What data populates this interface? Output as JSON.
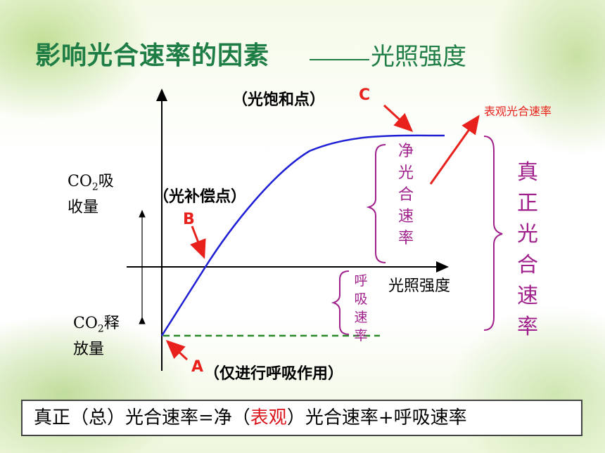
{
  "title": {
    "main": "影响光合速率的因素",
    "sub": "光照强度"
  },
  "labels": {
    "saturation_point": "（光饱和点）",
    "point_c": "C",
    "apparent_rate": "表观光合速率",
    "compensation_point": "（光补偿点）",
    "point_b": "B",
    "point_a": "A",
    "only_respiration": "（仅进行呼吸作用）",
    "x_axis": "光照强度",
    "co2": "CO",
    "co2_sub": "2",
    "absorb": "吸",
    "absorb_amount": "收量",
    "release": "释",
    "release_amount": "放量",
    "net_rate": "净光合速率",
    "respiration_rate": "呼吸速率",
    "true_rate": "真正光合速率"
  },
  "formula": {
    "part1": "真正（总）光合速率=净（",
    "highlight": "表观",
    "part2": "）光合速率+呼吸速率"
  },
  "colors": {
    "title": "#1e7d45",
    "curve": "#1f1fd6",
    "arrow": "#e8211c",
    "brace": "#a0208c",
    "baseline": "#2a8a2a"
  }
}
